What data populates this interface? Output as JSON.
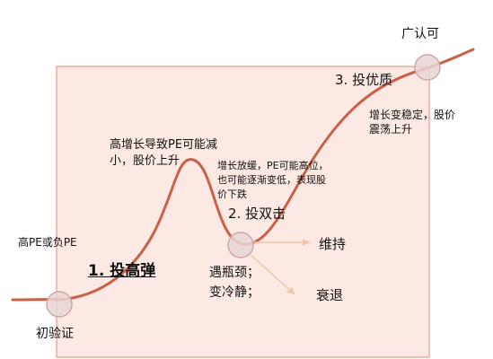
{
  "colors": {
    "panel_fill": "#fde9e4",
    "panel_stroke": "#d9a08e",
    "curve": "#c9614a",
    "circle_fill": "#e8d6d6",
    "circle_stroke": "#cfa6a6",
    "arrow": "#f2c5a8"
  },
  "labels": {
    "top_right": "广认可",
    "stage3": "3. 投优质",
    "stage3_desc_1": "增长变稳定，股价",
    "stage3_desc_2": "震荡上升",
    "peak_desc_1": "高增长导致PE可能减",
    "peak_desc_2": "小，股价上升",
    "slowdown_1": "增长放缓，PE可能高位，",
    "slowdown_2": "也可能逐渐变低，表现股",
    "slowdown_3": "价下跌",
    "stage2": "2. 投双击",
    "high_pe": "高PE或负PE",
    "stage1": "1. 投高弹",
    "bottleneck_1": "遇瓶颈；",
    "bottleneck_2": "变冷静；",
    "sustain": "维持",
    "decline": "衰退",
    "start": "初验证"
  }
}
